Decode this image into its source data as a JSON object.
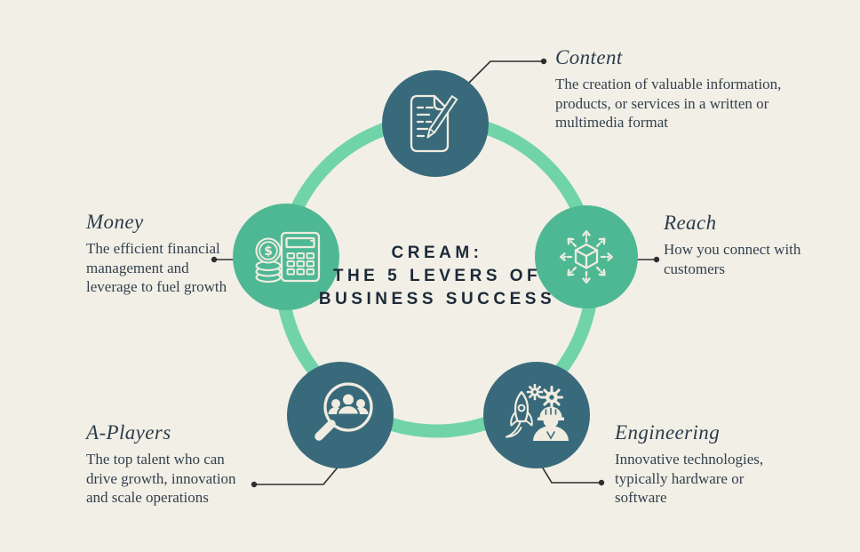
{
  "title": {
    "lines": [
      "CREAM:",
      "THE 5 LEVERS OF",
      "BUSINESS SUCCESS"
    ]
  },
  "levers": {
    "content": {
      "label": "Content",
      "description": "The creation of valuable information, products, or services in a written or multimedia format",
      "icon": "document-pen-icon"
    },
    "reach": {
      "label": "Reach",
      "description": "How you connect with customers",
      "icon": "cube-network-icon"
    },
    "engineering": {
      "label": "Engineering",
      "description": "Innovative technologies, typically hardware or software",
      "icon": "engineer-rocket-gears-icon"
    },
    "a_players": {
      "label": "A-Players",
      "description": "The top talent who can drive growth, innovation and scale operations",
      "icon": "magnifier-team-icon"
    },
    "money": {
      "label": "Money",
      "description": "The efficient financial management and leverage to fuel growth",
      "icon": "coins-calculator-icon",
      "icon_symbol": "$"
    }
  },
  "colors": {
    "background": "#f2efe6",
    "node_dark": "#396a7b",
    "node_green": "#4eb894",
    "ring": "#71d4a9",
    "icon": "#f0ece0",
    "connector": "#2e2e2e",
    "title_text": "#1c2a38",
    "heading_text": "#2d3c4b",
    "body_text": "#33414e"
  }
}
